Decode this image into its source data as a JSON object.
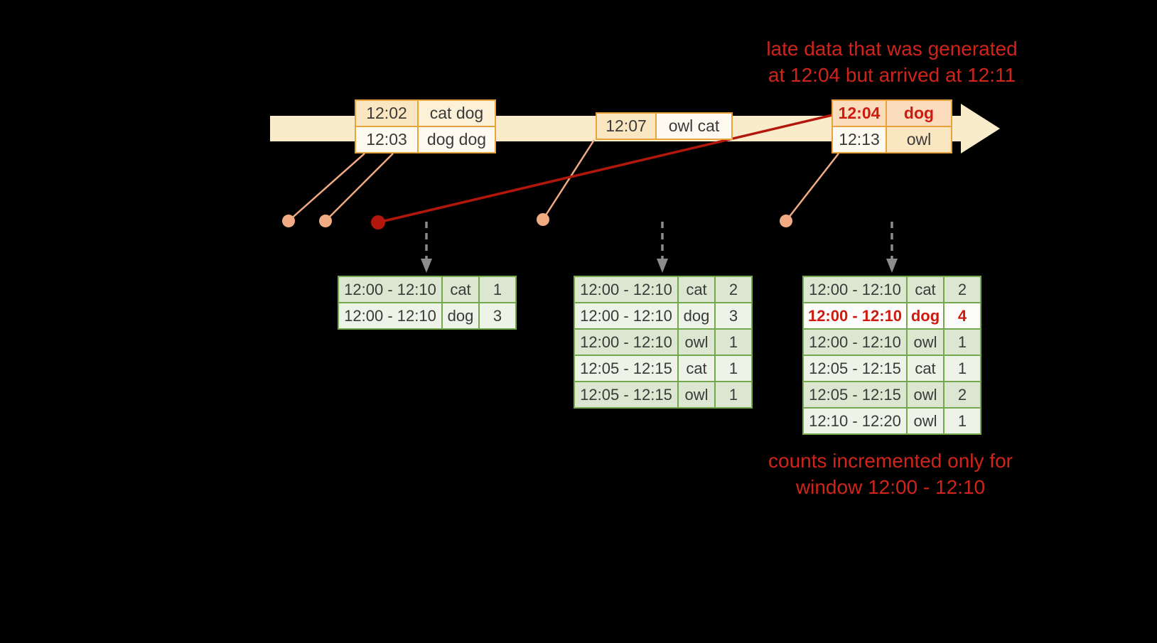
{
  "colors": {
    "background": "#000000",
    "timeline_fill": "#f9ecca",
    "event_table_border": "#e8a33d",
    "result_table_border": "#74a84e",
    "annotation_red": "#d0241a",
    "late_line_red": "#b3170b",
    "connector_salmon": "#f0ab83",
    "trigger_arrow_gray": "#8c8c8c"
  },
  "annotations": {
    "late_data_note": {
      "line1": "late data that was generated",
      "line2": "at 12:04 but arrived at 12:11"
    },
    "counts_note": {
      "line1": "counts incremented only for",
      "line2": "window 12:00 - 12:10"
    }
  },
  "timeline": {
    "event_groups": [
      {
        "rows": [
          {
            "time": "12:02",
            "words": "cat dog"
          },
          {
            "time": "12:03",
            "words": "dog dog"
          }
        ]
      },
      {
        "rows": [
          {
            "time": "12:07",
            "words": "owl cat"
          }
        ]
      },
      {
        "rows": [
          {
            "time": "12:04",
            "words": "dog",
            "late": true
          },
          {
            "time": "12:13",
            "words": "owl"
          }
        ]
      }
    ]
  },
  "result_tables": [
    {
      "rows": [
        {
          "window": "12:00 - 12:10",
          "word": "cat",
          "count": "1"
        },
        {
          "window": "12:00 - 12:10",
          "word": "dog",
          "count": "3"
        }
      ]
    },
    {
      "rows": [
        {
          "window": "12:00 - 12:10",
          "word": "cat",
          "count": "2"
        },
        {
          "window": "12:00 - 12:10",
          "word": "dog",
          "count": "3"
        },
        {
          "window": "12:00 - 12:10",
          "word": "owl",
          "count": "1"
        },
        {
          "window": "12:05 - 12:15",
          "word": "cat",
          "count": "1"
        },
        {
          "window": "12:05 - 12:15",
          "word": "owl",
          "count": "1"
        }
      ]
    },
    {
      "rows": [
        {
          "window": "12:00 - 12:10",
          "word": "cat",
          "count": "2"
        },
        {
          "window": "12:00 - 12:10",
          "word": "dog",
          "count": "4",
          "highlight": true
        },
        {
          "window": "12:00 - 12:10",
          "word": "owl",
          "count": "1"
        },
        {
          "window": "12:05 - 12:15",
          "word": "cat",
          "count": "1"
        },
        {
          "window": "12:05 - 12:15",
          "word": "owl",
          "count": "2"
        },
        {
          "window": "12:10 - 12:20",
          "word": "owl",
          "count": "1"
        }
      ]
    }
  ]
}
